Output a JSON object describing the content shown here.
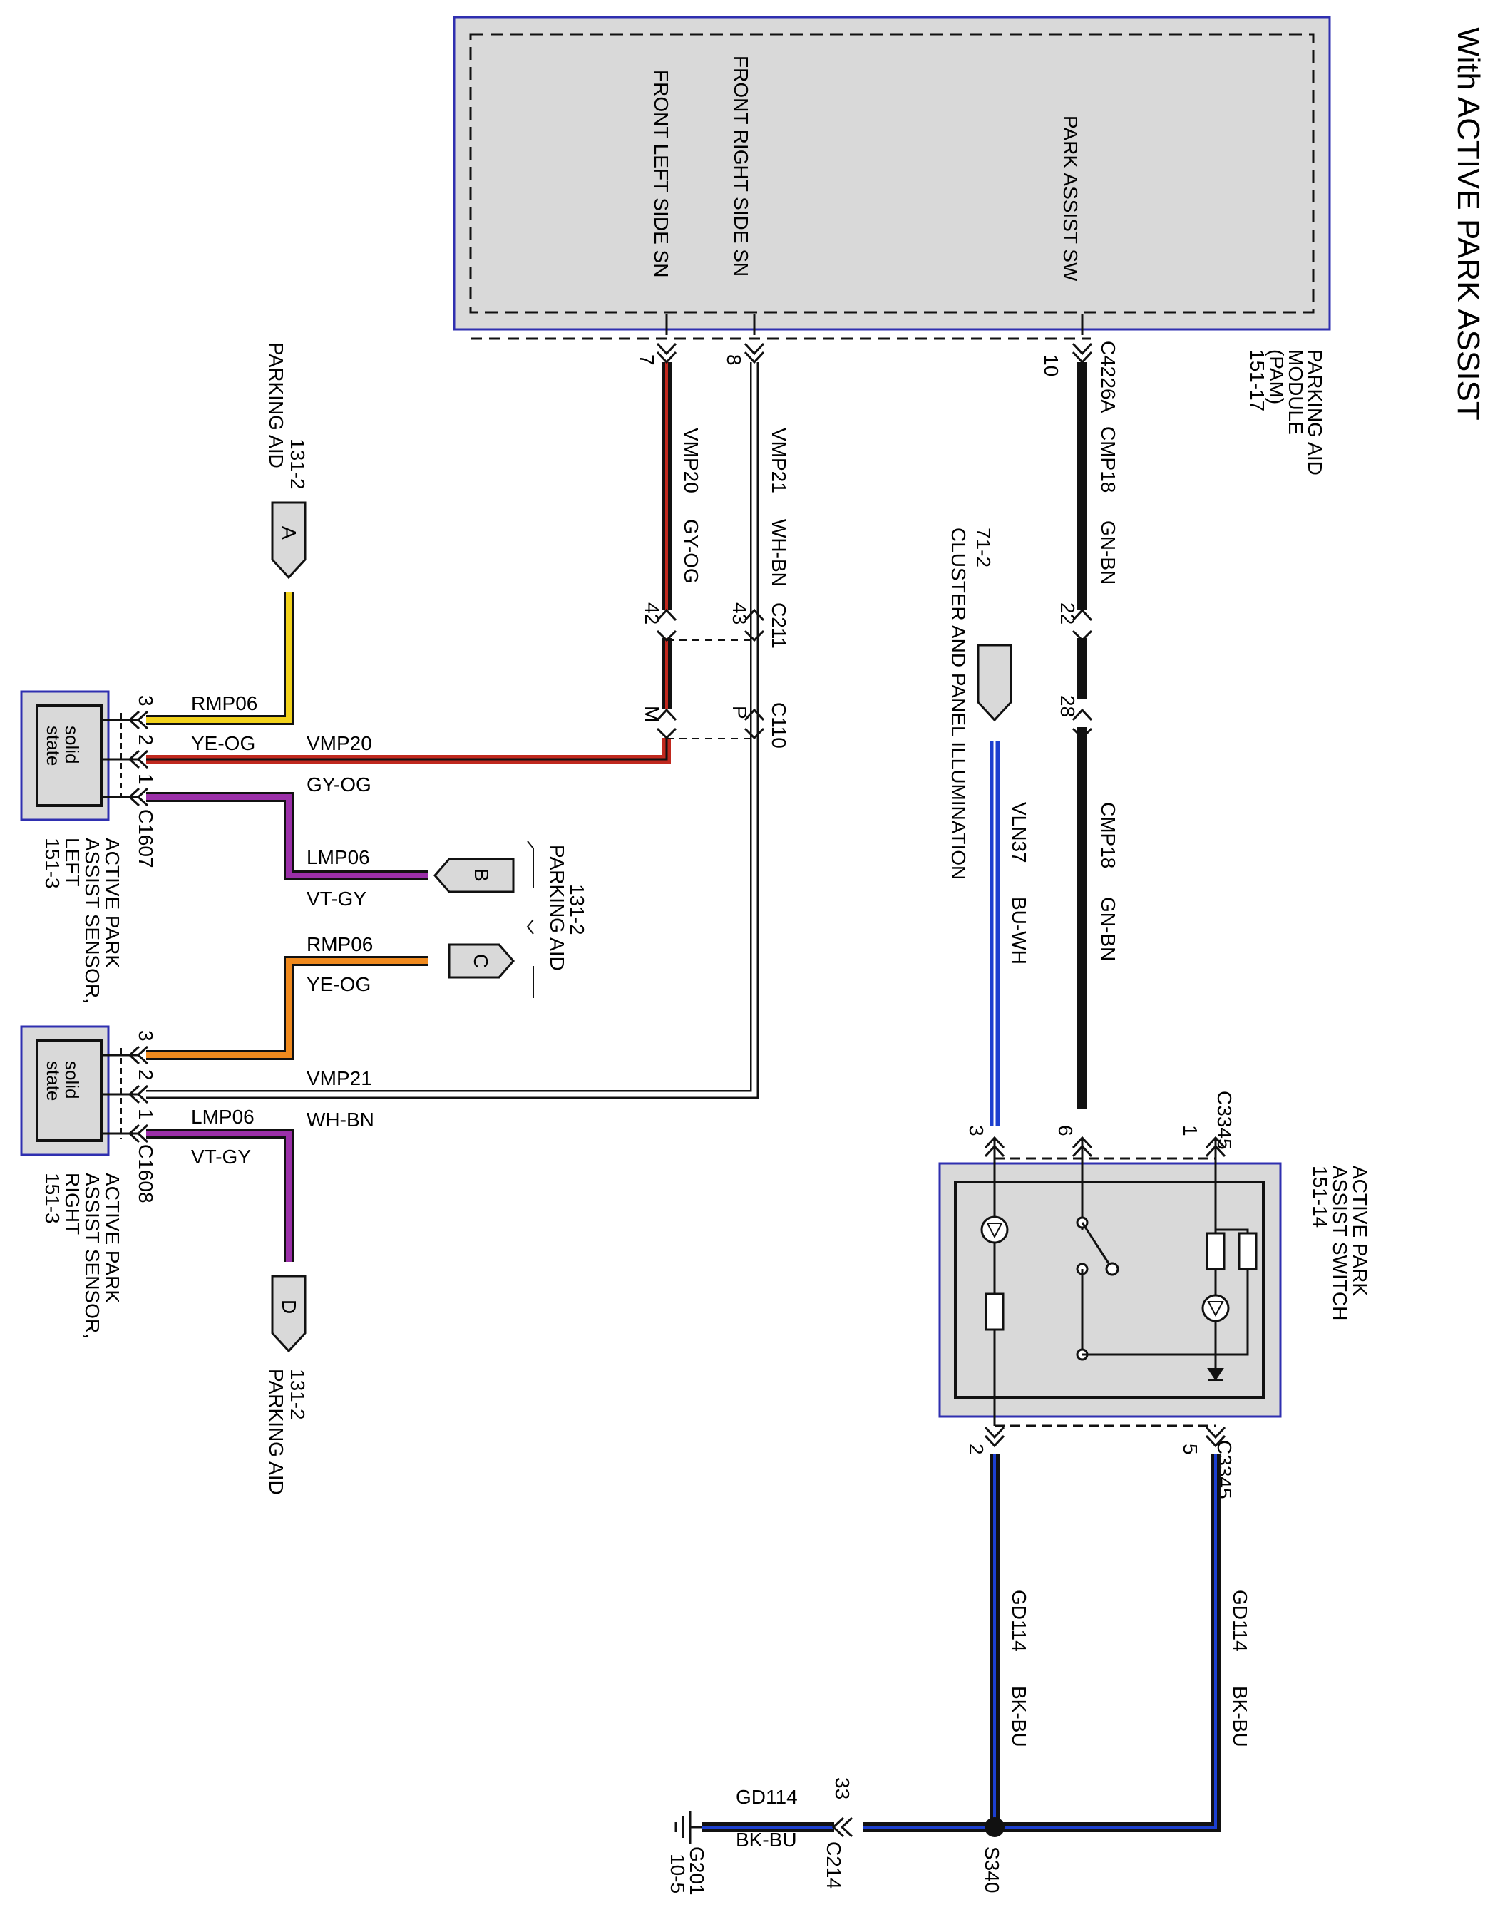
{
  "title": "With ACTIVE PARK ASSIST",
  "colors": {
    "black": "#111111",
    "gray_fill": "#d9d9d9",
    "border_blue": "#2f2fb0",
    "red": "#c0281e",
    "yellow": "#f2d21b",
    "orange": "#f08a1e",
    "violet": "#9b2fa8",
    "blue": "#1c3fcf",
    "white": "#ffffff"
  },
  "pam": {
    "name_lines": [
      "PARKING AID",
      "MODULE",
      "(PAM)",
      "151-17"
    ],
    "connector": "C4226A",
    "internal_labels": [
      "PARK ASSIST SW",
      "FRONT RIGHT SIDE SN",
      "FRONT LEFT SIDE SN"
    ],
    "pins": [
      "10",
      "8",
      "7"
    ]
  },
  "wires": {
    "cmp18": "CMP18",
    "gn_bn": "GN-BN",
    "vmp21": "VMP21",
    "wh_bn": "WH-BN",
    "vmp20": "VMP20",
    "gy_og": "GY-OG",
    "vln37": "VLN37",
    "bu_wh": "BU-WH",
    "rmp06": "RMP06",
    "ye_og": "YE-OG",
    "lmp06": "LMP06",
    "vt_gy": "VT-GY",
    "gd114": "GD114",
    "bk_bu": "BK-BU"
  },
  "inline_connectors": {
    "c211": "C211",
    "c211_pins": [
      "42",
      "43",
      "22"
    ],
    "c110": "C110",
    "c110_pins": [
      "M",
      "P",
      "28"
    ]
  },
  "cluster": {
    "ref": "71-2",
    "name": "CLUSTER AND PANEL ILLUMINATION"
  },
  "switch": {
    "name_lines": [
      "ACTIVE PARK",
      "ASSIST SWITCH",
      "151-14"
    ],
    "connector": "C3345",
    "pins_top": [
      "1",
      "6",
      "3"
    ],
    "pins_bottom": [
      "5",
      "2"
    ]
  },
  "ground": {
    "splice": "S340",
    "connector": "C214",
    "pin": "33",
    "ground": "G201",
    "ground_ref": "10-5"
  },
  "parking_aid": {
    "ref": "131-2",
    "name": "PARKING AID",
    "letters": [
      "A",
      "B",
      "C",
      "D"
    ]
  },
  "sensor_left": {
    "name_lines": [
      "ACTIVE PARK",
      "ASSIST SENSOR,",
      "LEFT",
      "151-3"
    ],
    "connector": "C1607",
    "pins": [
      "3",
      "2",
      "1"
    ],
    "inner": [
      "solid",
      "state"
    ]
  },
  "sensor_right": {
    "name_lines": [
      "ACTIVE PARK",
      "ASSIST SENSOR,",
      "RIGHT",
      "151-3"
    ],
    "connector": "C1608",
    "pins": [
      "3",
      "2",
      "1"
    ],
    "inner": [
      "solid",
      "state"
    ]
  }
}
